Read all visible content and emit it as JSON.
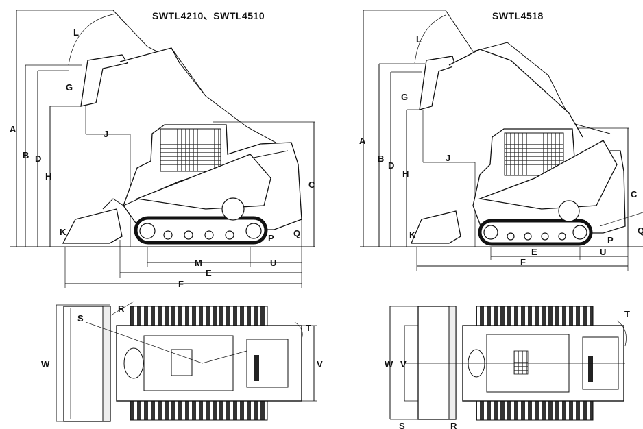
{
  "titles": {
    "left": "SWTL4210、SWTL4510",
    "right": "SWTL4518"
  },
  "left_side_labels": {
    "A": "A",
    "B": "B",
    "D": "D",
    "H": "H",
    "L": "L",
    "G": "G",
    "J": "J",
    "C": "C",
    "K": "K",
    "P": "P",
    "Q": "Q",
    "M": "M",
    "U": "U",
    "E": "E",
    "F": "F"
  },
  "left_top_labels": {
    "R": "R",
    "S": "S",
    "T": "T",
    "W": "W",
    "V": "V"
  },
  "right_side_labels": {
    "A": "A",
    "B": "B",
    "D": "D",
    "H": "H",
    "L": "L",
    "G": "G",
    "J": "J",
    "C": "C",
    "K": "K",
    "P": "P",
    "Q": "Q",
    "E": "E",
    "U": "U",
    "F": "F"
  },
  "right_top_labels": {
    "T": "T",
    "W": "W",
    "V": "V",
    "S": "S",
    "R": "R"
  }
}
